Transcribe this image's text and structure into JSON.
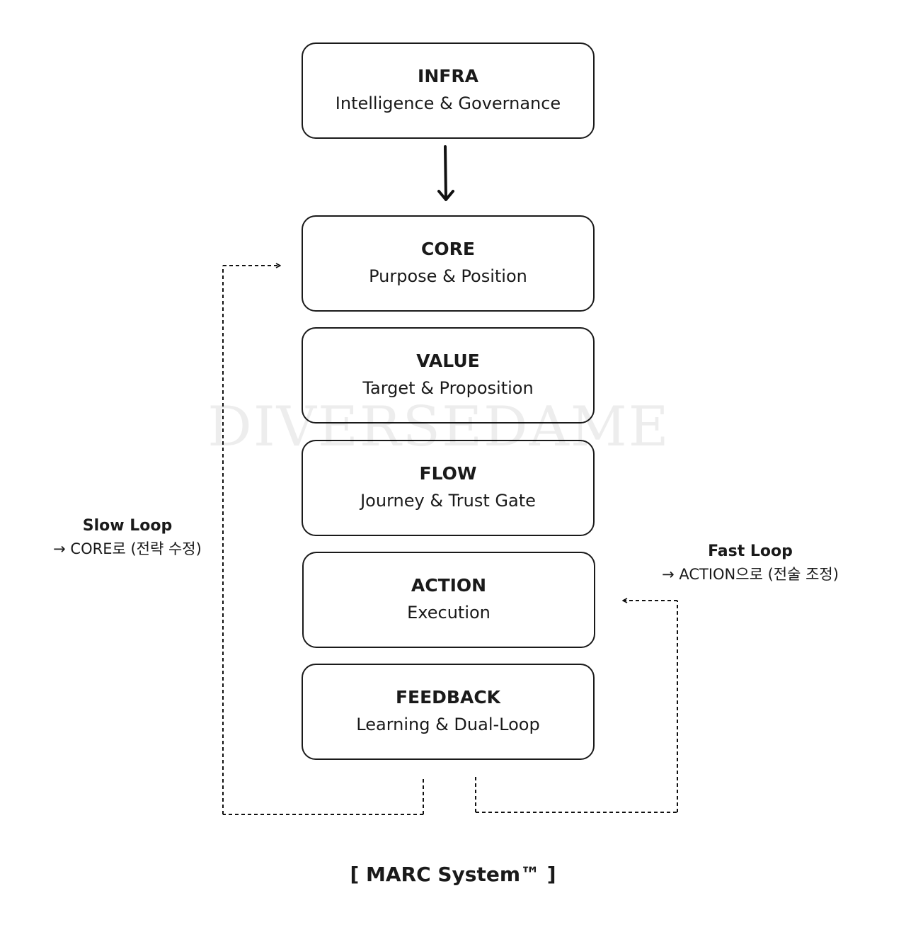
{
  "blocks": [
    {
      "title": "INFRA",
      "subtitle": "Intelligence & Governance"
    },
    {
      "title": "CORE",
      "subtitle": "Purpose & Position"
    },
    {
      "title": "VALUE",
      "subtitle": "Target & Proposition"
    },
    {
      "title": "FLOW",
      "subtitle": "Journey & Trust Gate"
    },
    {
      "title": "ACTION",
      "subtitle": "Execution"
    },
    {
      "title": "FEEDBACK",
      "subtitle": "Learning & Dual-Loop"
    }
  ],
  "slow_loop": {
    "title": "Slow Loop",
    "description": "→ CORE로 (전략 수정)"
  },
  "fast_loop": {
    "title": "Fast Loop",
    "description": "→ ACTION으로 (전술 조정)"
  },
  "watermark": "DIVERSEDAME",
  "system_label": "[ MARC System™ ]",
  "colors": {
    "stroke": "#1a1a1a",
    "background": "#ffffff",
    "watermark": "#eeeeee"
  }
}
